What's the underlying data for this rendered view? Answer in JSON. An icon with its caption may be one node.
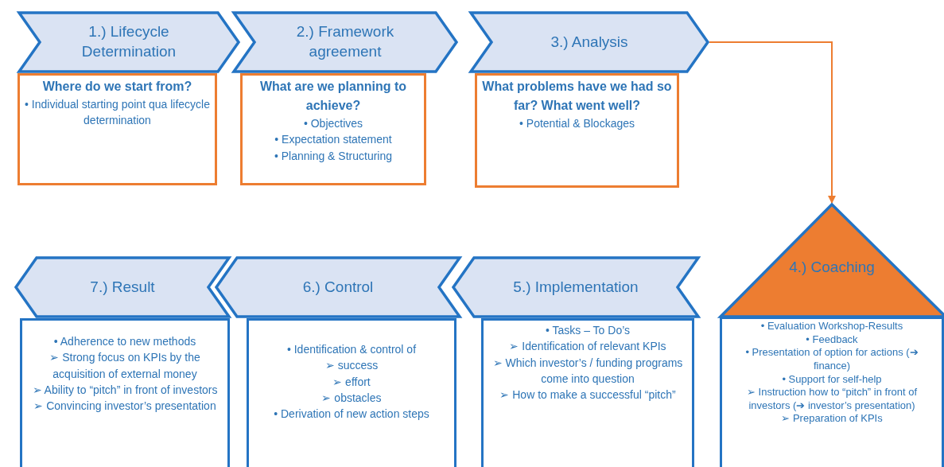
{
  "diagram": {
    "nodes": [
      {
        "text": [
          "1.) Lifecycle Determination"
        ]
      },
      {
        "text": [
          "Where do we start from?",
          "• Individual starting point qua lifecycle determination"
        ]
      },
      {
        "text": [
          "2.) Framework agreement"
        ]
      },
      {
        "text": [
          "What are we planning to achieve?",
          "• Objectives",
          "• Expectation statement",
          "• Planning & Structuring"
        ]
      },
      {
        "text": [
          "3.) Analysis"
        ]
      },
      {
        "text": [
          "What problems have we had so far? What went well?",
          "• Potential & Blockages"
        ]
      },
      {
        "text": [
          "4.) Coaching"
        ]
      },
      {
        "text": [
          "• Evaluation Workshop-Results",
          "• Feedback",
          "• Presentation of option for actions (➔ finance)",
          "• Support for self-help",
          "➢ Instruction how to “pitch” in front of investors (➔ investor’s presentation)",
          "➢ Preparation of KPIs"
        ]
      },
      {
        "text": [
          "7.) Result"
        ]
      },
      {
        "text": [
          "• Adherence to new methods",
          "➢ Strong focus on KPIs by the acquisition of external money",
          "➢ Ability to “pitch” in front of investors",
          "➢ Convincing investor’s presentation"
        ]
      },
      {
        "text": [
          "6.) Control"
        ]
      },
      {
        "text": [
          "• Identification & control of",
          "➢ success",
          "➢ effort",
          "➢ obstacles",
          "• Derivation of new action steps"
        ]
      },
      {
        "text": [
          "5.) Implementation"
        ]
      },
      {
        "text": [
          "• Tasks – To Do’s",
          "➢ Identification of relevant KPIs",
          "➢ Which investor’s / funding programs come into question",
          "➢ How to make a successful “pitch”"
        ]
      }
    ],
    "edges": [
      {
        "from": 4,
        "to": 6,
        "arrow": "to",
        "color": "#ed7d31"
      }
    ]
  }
}
